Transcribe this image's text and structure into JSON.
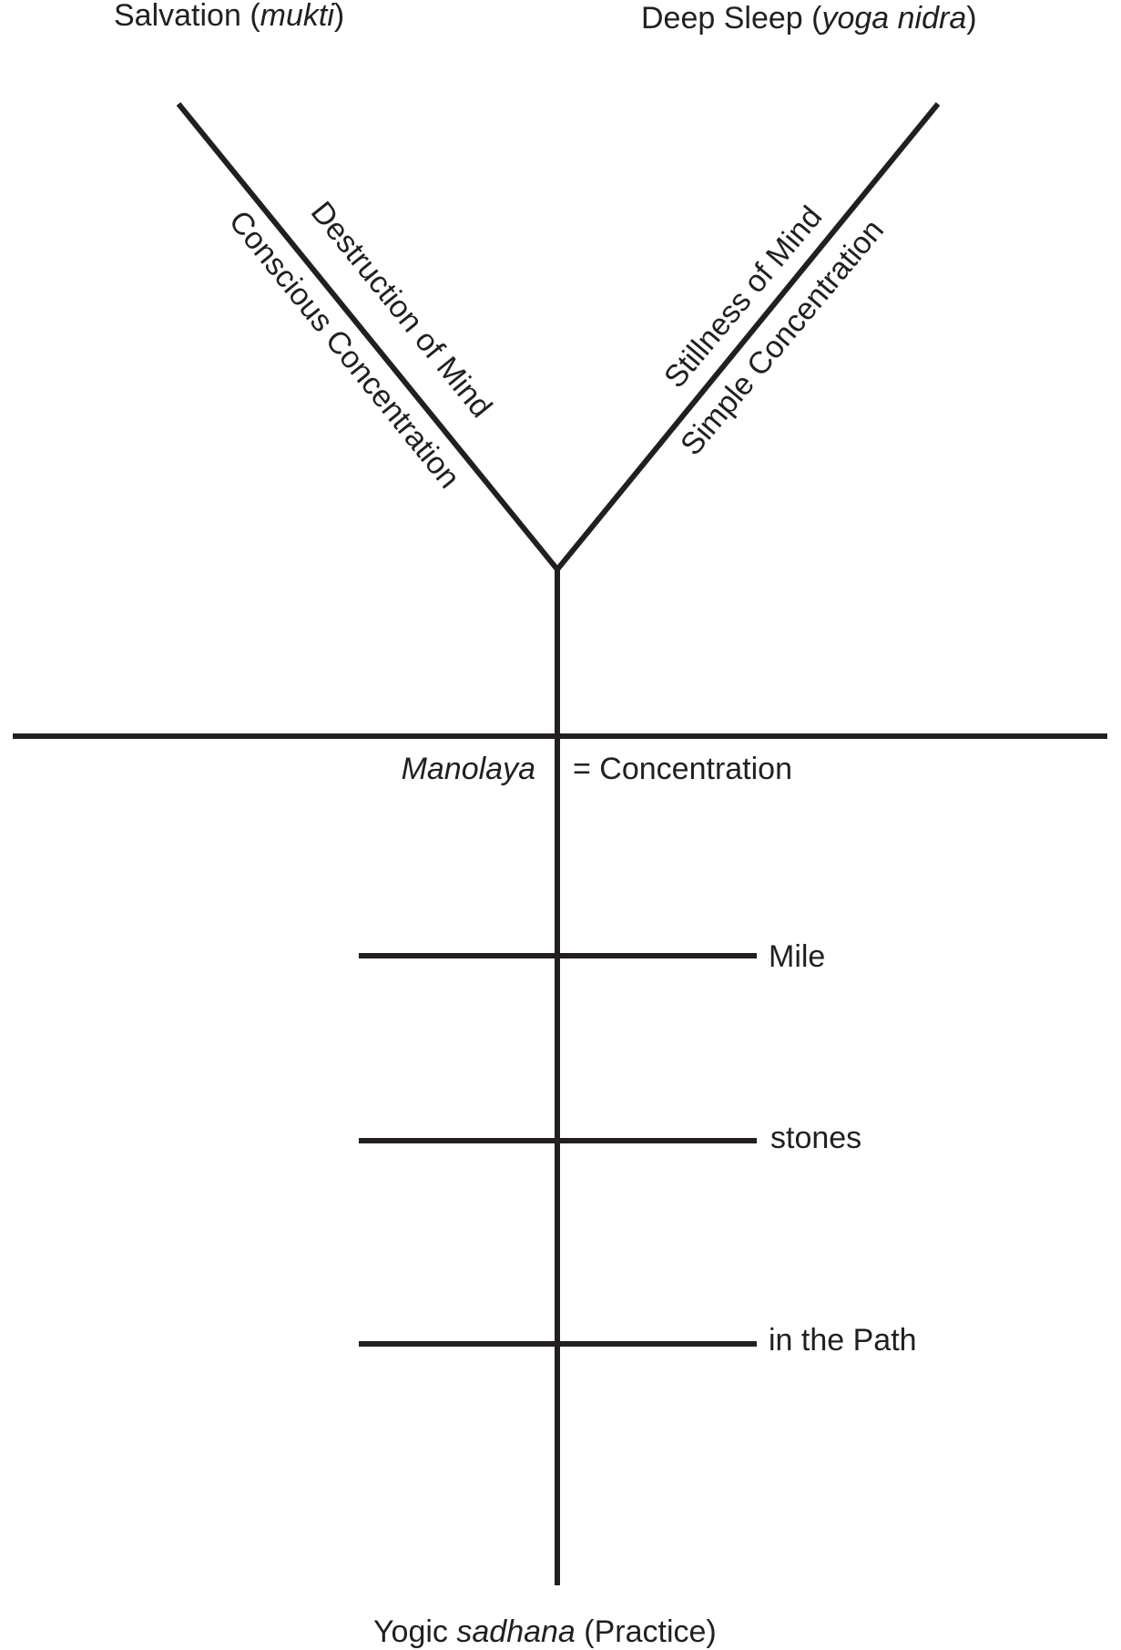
{
  "top_labels": {
    "salvation": {
      "main": "Salvation (",
      "italic": "mukti",
      "tail": ")"
    },
    "deep_sleep": {
      "main": "Deep Sleep (",
      "italic": "yoga nidra",
      "tail": ")"
    }
  },
  "left_branch": {
    "upper": "Destruction of Mind",
    "lower": "Conscious Concentration"
  },
  "right_branch": {
    "upper": "Stillness of Mind",
    "lower": "Simple Concentration"
  },
  "manolaya": {
    "term": "Manolaya",
    "definition": "= Concentration"
  },
  "milestones": [
    "Mile",
    "stones",
    "in the Path"
  ],
  "bottom_label": {
    "main": "Yogic ",
    "italic": "sadhana",
    "tail": " (Practice)"
  },
  "colors": {
    "ink": "#231f20",
    "background": "#ffffff"
  }
}
